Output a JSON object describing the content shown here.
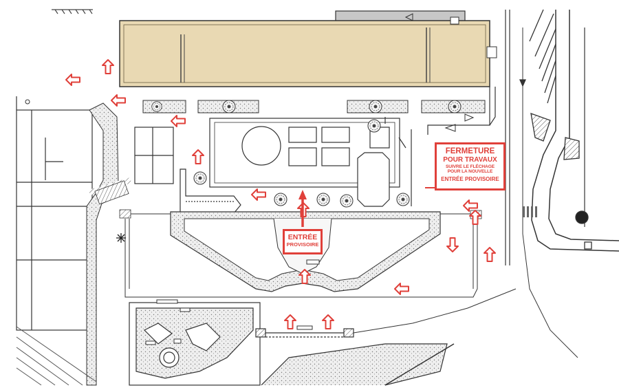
{
  "colors": {
    "accent": "#e0403a",
    "building": "#e9d9b3",
    "line": "#3a3a3a",
    "gravel": "#e4e4e4"
  },
  "closure_notice": {
    "line1": "FERMETURE",
    "line2": "POUR TRAVAUX",
    "line3": "SUIVRE LE FLÉCHAGE",
    "line4": "POUR LA NOUVELLE",
    "line5": "ENTRÉE PROVISOIRE"
  },
  "entry_notice": {
    "line1": "ENTRÉE",
    "line2": "PROVISOIRE"
  },
  "icons": [
    "directional-arrow-icon",
    "tree-icon",
    "compass-star-icon",
    "roundabout-icon"
  ]
}
